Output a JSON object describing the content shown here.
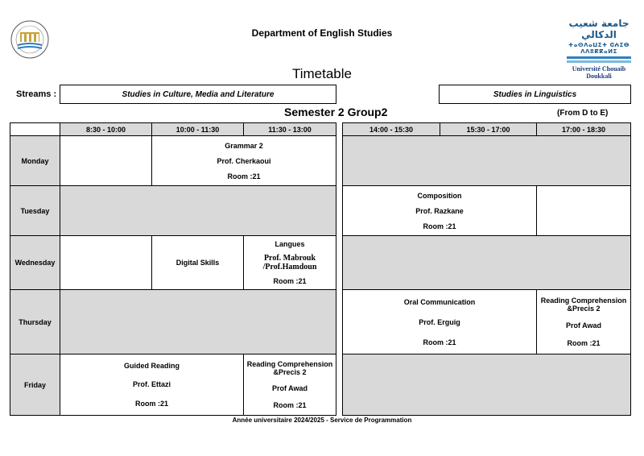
{
  "header": {
    "department": "Department of English Studies",
    "title": "Timetable",
    "university_ar": "جامعة شعيب الدكالي",
    "university_tf": "ⵜⴰⵙⴷⴰⵡⵉⵜ ⵛⵄⵉⴱ ⴷⴷⵓⴽⴽⴰⵍⵉ",
    "university_fr": "Université Chouaib Doukkali"
  },
  "streams": {
    "label": "Streams :",
    "stream1": "Studies in Culture, Media and Literature",
    "stream2": "Studies in Linguistics"
  },
  "semester": "Semester 2  Group2",
  "range": "(From D to E)",
  "timeslots": [
    "8:30 - 10:00",
    "10:00 - 11:30",
    "11:30 - 13:00",
    "14:00 - 15:30",
    "15:30 - 17:00",
    "17:00 - 18:30"
  ],
  "days": [
    "Monday",
    "Tuesday",
    "Wednesday",
    "Thursday",
    "Friday"
  ],
  "courses": {
    "grammar": {
      "name": "Grammar 2",
      "prof": "Prof. Cherkaoui",
      "room": "Room :21"
    },
    "composition": {
      "name": "Composition",
      "prof": "Prof. Razkane",
      "room": "Room :21"
    },
    "digital": {
      "name": "Digital Skills"
    },
    "langues": {
      "name": "Langues",
      "prof": "Prof. Mabrouk /Prof.Hamdoun",
      "room": "Room :21"
    },
    "oral": {
      "name": "Oral Communication",
      "prof": "Prof. Erguig",
      "room": "Room :21"
    },
    "reading_thu": {
      "name": "Reading Comprehension &Precis 2",
      "prof": "Prof  Awad",
      "room": "Room :21"
    },
    "guided": {
      "name": "Guided Reading",
      "prof": "Prof.  Ettazi",
      "room": "Room :21"
    },
    "reading_fri": {
      "name": "Reading Comprehension &Precis 2",
      "prof": "Prof Awad",
      "room": "Room :21"
    }
  },
  "footer": "Année universitaire 2024/2025 - Service de Programmation"
}
